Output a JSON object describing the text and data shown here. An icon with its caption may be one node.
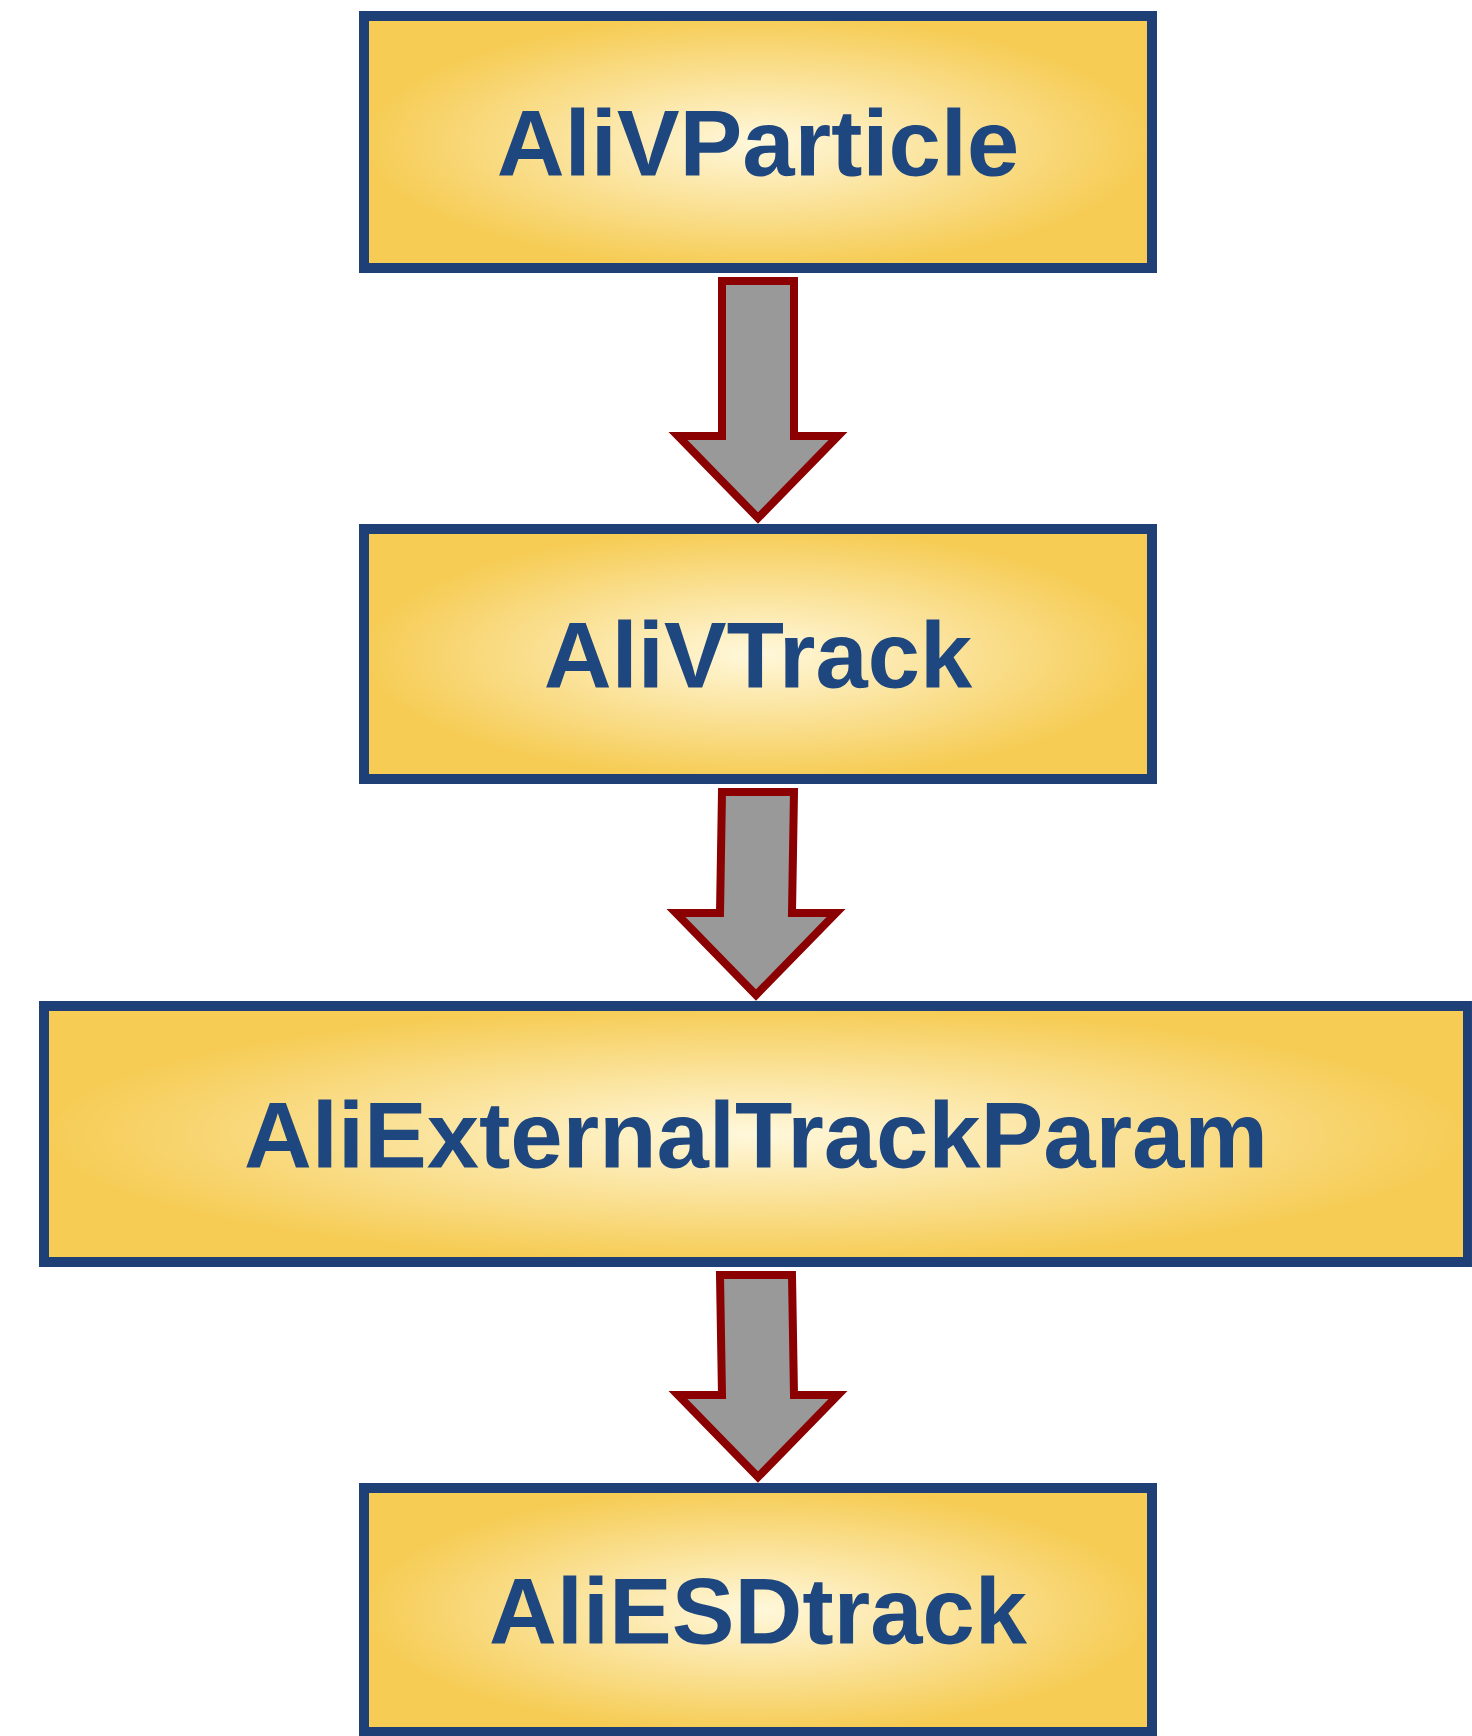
{
  "diagram": {
    "nodes": [
      {
        "text": [
          "AliVParticle"
        ]
      },
      {
        "text": [
          "AliVTrack"
        ]
      },
      {
        "text": [
          "AliExternalTrackParam"
        ]
      },
      {
        "text": [
          "AliESDtrack"
        ]
      }
    ],
    "edges": [
      {
        "from": 0,
        "to": 1,
        "arrow": "to"
      },
      {
        "from": 1,
        "to": 2,
        "arrow": "to"
      },
      {
        "from": 2,
        "to": 3,
        "arrow": "to"
      }
    ]
  }
}
